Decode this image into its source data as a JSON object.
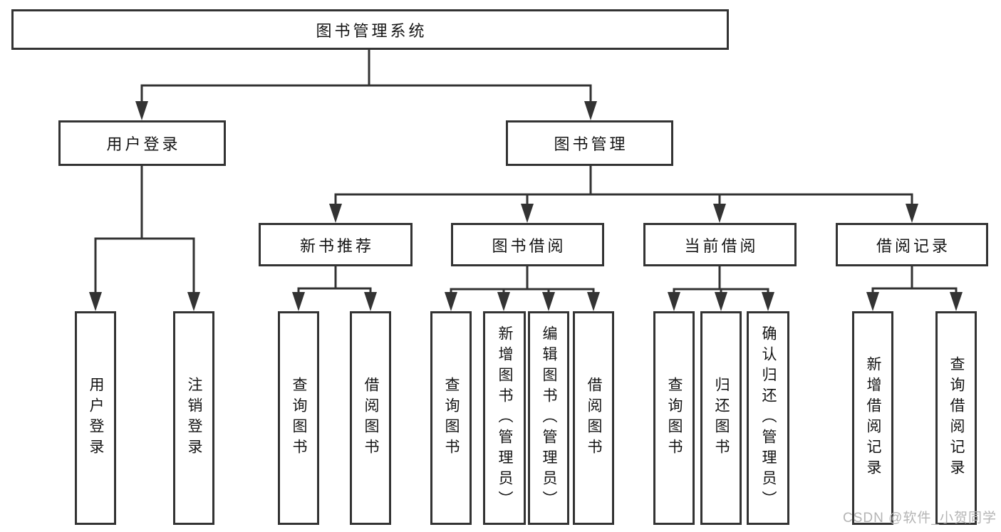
{
  "diagram_title": "图书管理系统",
  "nodes": {
    "root": "图书管理系统",
    "user_login": "用户登录",
    "book_mgmt": "图书管理",
    "new_book_rec": "新书推荐",
    "book_borrow": "图书借阅",
    "current_borrow": "当前借阅",
    "borrow_records": "借阅记录",
    "leaves": {
      "user_login": "用户登录",
      "logout": "注销登录",
      "query_books_a": "查询图书",
      "borrow_books_a": "借阅图书",
      "query_books_b": "查询图书",
      "add_book_admin": "新增图书（管理员）",
      "edit_book_admin": "编辑图书（管理员）",
      "borrow_books_b": "借阅图书",
      "query_books_c": "查询图书",
      "return_book": "归还图书",
      "confirm_return_admin": "确认归还（管理员）",
      "add_borrow_record": "新增借阅记录",
      "query_borrow_record": "查询借阅记录"
    }
  },
  "hierarchy": {
    "图书管理系统": {
      "用户登录": [
        "用户登录",
        "注销登录"
      ],
      "图书管理": {
        "新书推荐": [
          "查询图书",
          "借阅图书"
        ],
        "图书借阅": [
          "查询图书",
          "新增图书（管理员）",
          "编辑图书（管理员）",
          "借阅图书"
        ],
        "当前借阅": [
          "查询图书",
          "归还图书",
          "确认归还（管理员）"
        ],
        "借阅记录": [
          "新增借阅记录",
          "查询借阅记录"
        ]
      }
    }
  },
  "watermark": "CSDN @软件_小贺同学",
  "colors": {
    "line": "#333333",
    "text": "#141414",
    "watermark": "#b4b4b4",
    "background": "#ffffff"
  }
}
